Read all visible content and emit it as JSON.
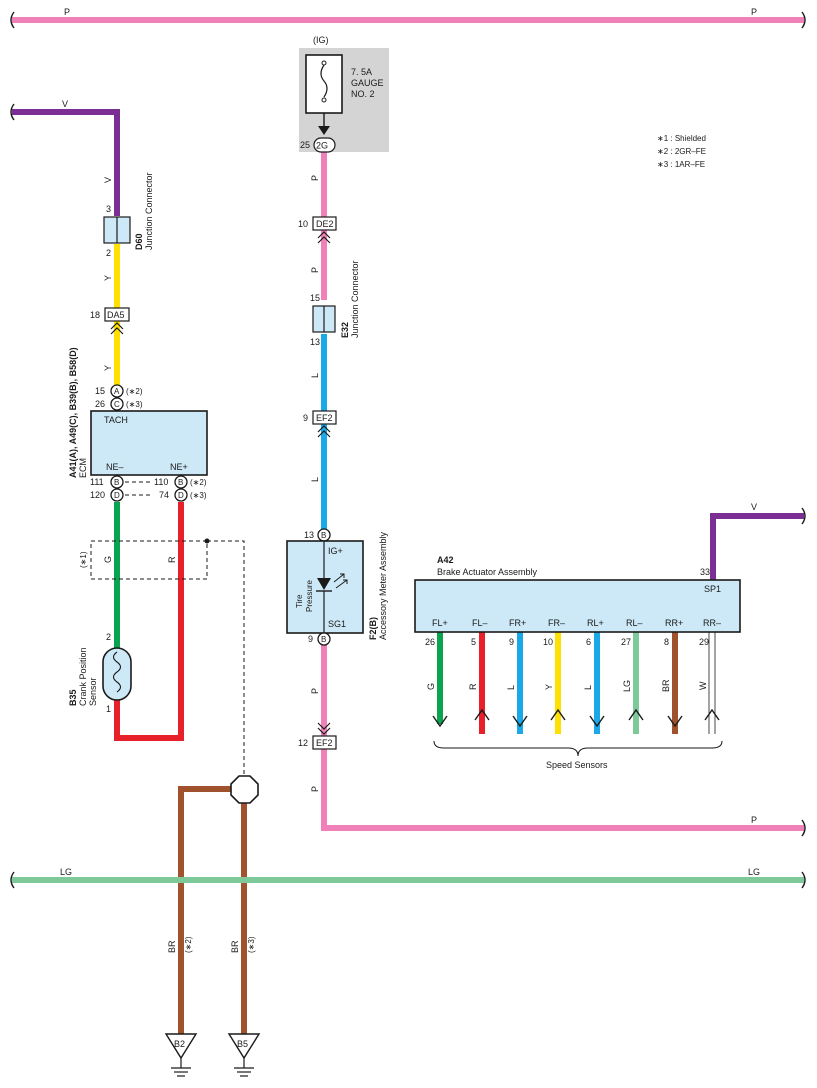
{
  "wire_colors": {
    "P": "#f080b8",
    "V": "#7b2f94",
    "Y": "#ffe000",
    "L": "#1ba8e8",
    "G": "#0aa34f",
    "R": "#e8202a",
    "BR": "#a0522d",
    "LG": "#7dc99a",
    "W": "#ffffff"
  },
  "bus_labels": {
    "p_top_left": "P",
    "p_top_right": "P",
    "v_left": "V",
    "lg_left": "LG",
    "lg_right": "LG",
    "p_bottom": "P",
    "v_right": "V"
  },
  "notes": [
    "∗1 : Shielded",
    "∗2 : 2GR–FE",
    "∗3 : 1AR–FE"
  ],
  "fuse": {
    "source": "(IG)",
    "rating": "7. 5A",
    "name_1": "GAUGE",
    "name_2": "NO. 2",
    "pin": "25",
    "connector": "2G"
  },
  "d60": {
    "code": "D60",
    "name": "Junction Connector",
    "pin_top": "3",
    "pin_bottom": "2",
    "wire_in": "V",
    "wire_out": "Y"
  },
  "da5": {
    "pin": "18",
    "name": "DA5"
  },
  "ecm": {
    "codes": "A41(A), A49(C), B39(B), B58(D)",
    "name": "ECM",
    "tach": "TACH",
    "ne_minus": "NE–",
    "ne_plus": "NE+",
    "tach_pins": [
      {
        "pin": "15",
        "conn": "A",
        "note": "(∗2)"
      },
      {
        "pin": "26",
        "conn": "C",
        "note": "(∗3)"
      }
    ],
    "ne_minus_pins": [
      {
        "pin": "111",
        "conn": "B"
      },
      {
        "pin": "120",
        "conn": "D"
      }
    ],
    "ne_plus_pins": [
      {
        "pin": "110",
        "conn": "B",
        "note": "(∗2)"
      },
      {
        "pin": "74",
        "conn": "D",
        "note": "(∗3)"
      }
    ],
    "wire_in": "Y"
  },
  "shield": {
    "note": "(∗1)",
    "wire_g": "G",
    "wire_r": "R"
  },
  "crank": {
    "code": "B35",
    "name_1": "Crank Position",
    "name_2": "Sensor",
    "pin_top": "2",
    "pin_bottom": "1"
  },
  "ground_wires": [
    {
      "wire": "BR",
      "note": "(∗2)",
      "point": "B2"
    },
    {
      "wire": "BR",
      "note": "(∗3)",
      "point": "B5"
    }
  ],
  "meter_chain": {
    "wire_p": "P",
    "de2": {
      "pin": "10",
      "name": "DE2"
    },
    "e32": {
      "code": "E32",
      "name": "Junction Connector",
      "pin_top": "15",
      "pin_bottom": "13"
    },
    "wire_l": "L",
    "ef2": {
      "pin": "9",
      "name": "EF2"
    },
    "ef2_bottom": {
      "pin": "12",
      "name": "EF2"
    }
  },
  "meter": {
    "code": "F2(B)",
    "name": "Accessory Meter Assembly",
    "ig_plus": "IG+",
    "sg1": "SG1",
    "tire_1": "Tire",
    "tire_2": "Pressure",
    "pin_top": "13",
    "conn_top": "B",
    "pin_bottom": "9",
    "conn_bottom": "B"
  },
  "actuator": {
    "code": "A42",
    "name": "Brake Actuator Assembly",
    "sp1": "SP1",
    "sp1_pin": "33",
    "terminals": [
      {
        "label": "FL+",
        "pin": "26",
        "wire": "G"
      },
      {
        "label": "FL–",
        "pin": "5",
        "wire": "R"
      },
      {
        "label": "FR+",
        "pin": "9",
        "wire": "L"
      },
      {
        "label": "FR–",
        "pin": "10",
        "wire": "Y"
      },
      {
        "label": "RL+",
        "pin": "6",
        "wire": "L"
      },
      {
        "label": "RL–",
        "pin": "27",
        "wire": "LG"
      },
      {
        "label": "RR+",
        "pin": "8",
        "wire": "BR"
      },
      {
        "label": "RR–",
        "pin": "29",
        "wire": "W"
      }
    ],
    "speed_sensors": "Speed Sensors"
  }
}
